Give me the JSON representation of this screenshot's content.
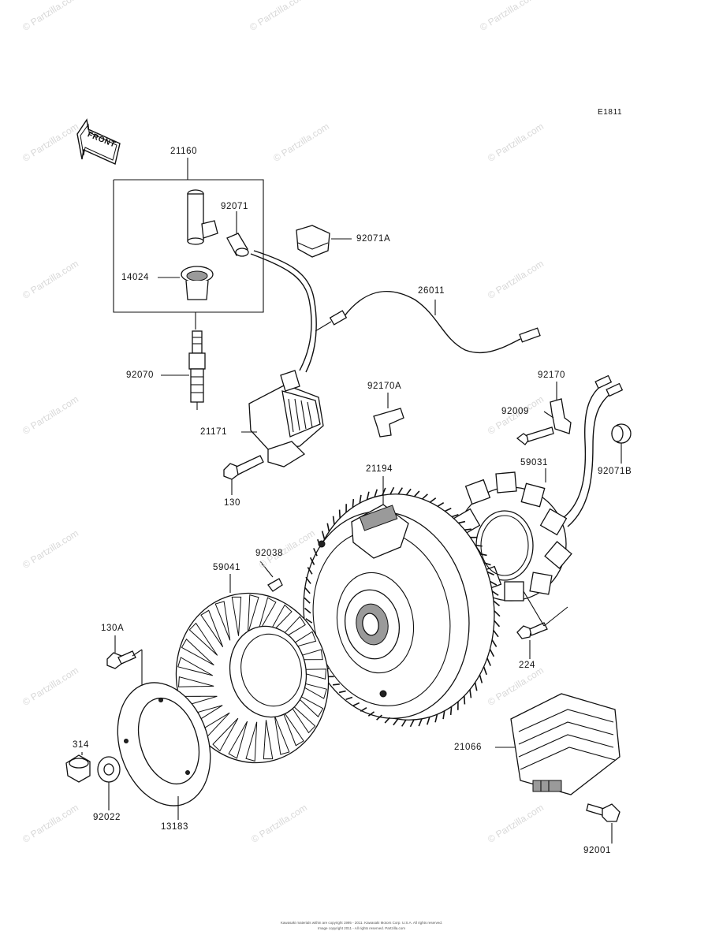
{
  "diagram": {
    "code": "E1811",
    "front_label": "FRONT",
    "watermark": "© Partzilla.com",
    "parts": {
      "p21160": "21160",
      "p92071": "92071",
      "p92071A": "92071A",
      "p14024": "14024",
      "p26011": "26011",
      "p92070": "92070",
      "p92170A": "92170A",
      "p92170": "92170",
      "p92009": "92009",
      "p21171": "21171",
      "p92071B": "92071B",
      "p130": "130",
      "p21194": "21194",
      "p59031": "59031",
      "p92038": "92038",
      "p59041": "59041",
      "p130A": "130A",
      "p224": "224",
      "p314": "314",
      "p21066": "21066",
      "p92022": "92022",
      "p13183": "13183",
      "p92001": "92001"
    },
    "footer_line1": "Kawasaki materials within are copyright 1995 - 2011. Kawasaki Motors Corp. U.S.A. All rights reserved.",
    "footer_line2": "Image copyright 2011 - All rights reserved. Partzilla.com"
  }
}
